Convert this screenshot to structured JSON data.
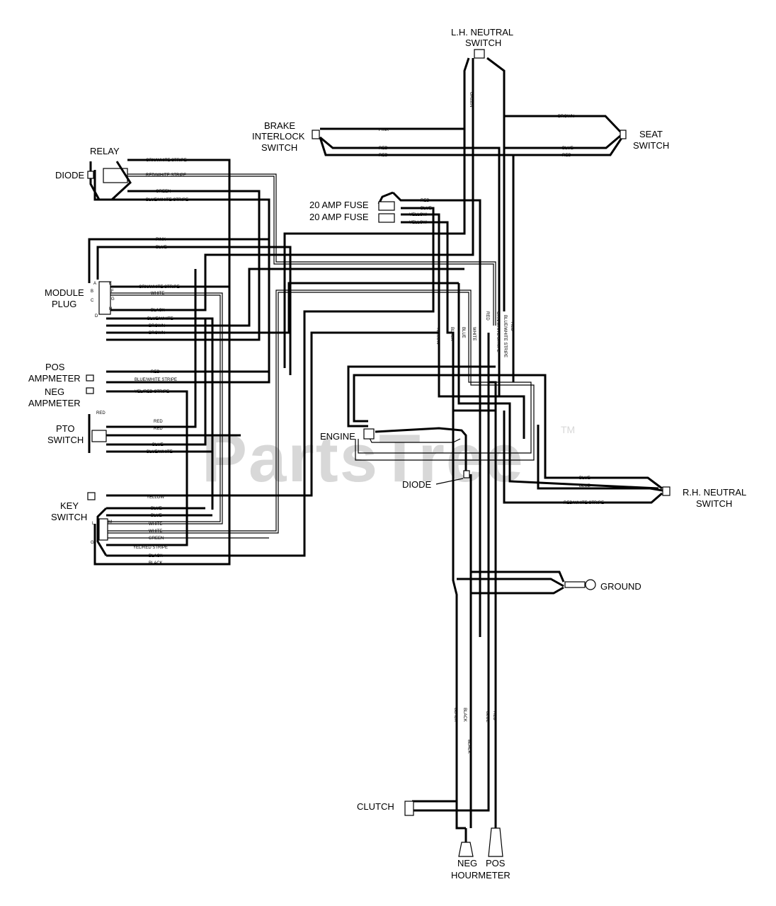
{
  "watermark": {
    "text": "PartsTree",
    "trademark": "TM"
  },
  "components": {
    "lh_neutral_switch": [
      "L.H. NEUTRAL",
      "SWITCH"
    ],
    "brake_interlock_switch": [
      "BRAKE",
      "INTERLOCK",
      "SWITCH"
    ],
    "seat_switch": [
      "SEAT",
      "SWITCH"
    ],
    "relay": "RELAY",
    "diode_relay": "DIODE",
    "fuse_1": "20 AMP FUSE",
    "fuse_2": "20 AMP FUSE",
    "module_plug": [
      "MODULE",
      "PLUG"
    ],
    "pos_ampmeter": [
      "POS",
      "AMPMETER"
    ],
    "neg_ampmeter": [
      "NEG",
      "AMPMETER"
    ],
    "pto_switch": [
      "PTO",
      "SWITCH"
    ],
    "key_switch": [
      "KEY",
      "SWITCH"
    ],
    "engine": "ENGINE",
    "diode_engine": "DIODE",
    "rh_neutral_switch": [
      "R.H. NEUTRAL",
      "SWITCH"
    ],
    "ground": "GROUND",
    "clutch": "CLUTCH",
    "neg_hourmeter": "NEG",
    "pos_hourmeter": "POS",
    "hourmeter": "HOURMETER"
  },
  "pins": {
    "module": [
      "A",
      "B",
      "C",
      "D",
      "E",
      "F",
      "G",
      "H"
    ],
    "key": [
      "L",
      "M",
      "G"
    ]
  },
  "wire_labels": {
    "lh_vertical": "GREEN",
    "brake_pink": "PINK",
    "brake_red_1": "RED",
    "brake_red_2": "RED",
    "seat_brown": "BROWN",
    "seat_blue": "BLUE",
    "seat_red": "RED",
    "relay_1": "GRN/WHITE STRIPE",
    "relay_2": "RED/WHITE STRIPE",
    "relay_3": "GREEN",
    "relay_4": "BLUE/WHITE STRIPE",
    "fuse_red": "RED",
    "fuse_blue": "BLUE",
    "fuse_yellow_1": "YELLOW",
    "fuse_yellow_2": "YELLOW",
    "mod_pink": "PINK",
    "mod_blue": "BLUE",
    "mod_1": "GRN/WHITE STRIPE",
    "mod_white": "WHITE",
    "mod_black": "BLACK",
    "mod_blue_white": "BLUE/WHITE",
    "mod_brown_1": "BROWN",
    "mod_brown_2": "BROWN",
    "pos_red": "RED",
    "pos_blue_white": "BLUE/WHITE STRIPE",
    "neg_yel_red": "YEL/RED STRIPE",
    "pto_red_top": "RED",
    "pto_red_1": "RED",
    "pto_red_2": "RED",
    "pto_blue": "BLUE",
    "pto_blue_white": "BLUE/WHITE",
    "key_yellow": "YELLOW",
    "key_blue": "BLUE",
    "key_blue_2": "BLUE",
    "key_white_1": "WHITE",
    "key_white_2": "WHITE",
    "key_green": "GREEN",
    "key_yel_red": "YEL/RED STRIPE",
    "key_black_1": "BLACK",
    "key_black_2": "BLACK",
    "v_yellow": "YELLOW",
    "v_black": "BLACK",
    "v_blue": "BLUE",
    "v_white": "WHITE",
    "v_red": "RED",
    "v_grn_white": "GRN/WHITE STRIPE",
    "v_blue_white": "BLUE/WHITE STRIPE",
    "v_red_2": "RED",
    "rh_blue_1": "BLUE",
    "rh_blue_2": "BLUE",
    "rh_red_white": "RED/WHITE STRIPE",
    "hm_black_1": "BLACK",
    "hm_black_2": "BLACK",
    "hm_black_3": "BLACK",
    "hm_blue": "BLUE",
    "hm_red": "RED"
  }
}
